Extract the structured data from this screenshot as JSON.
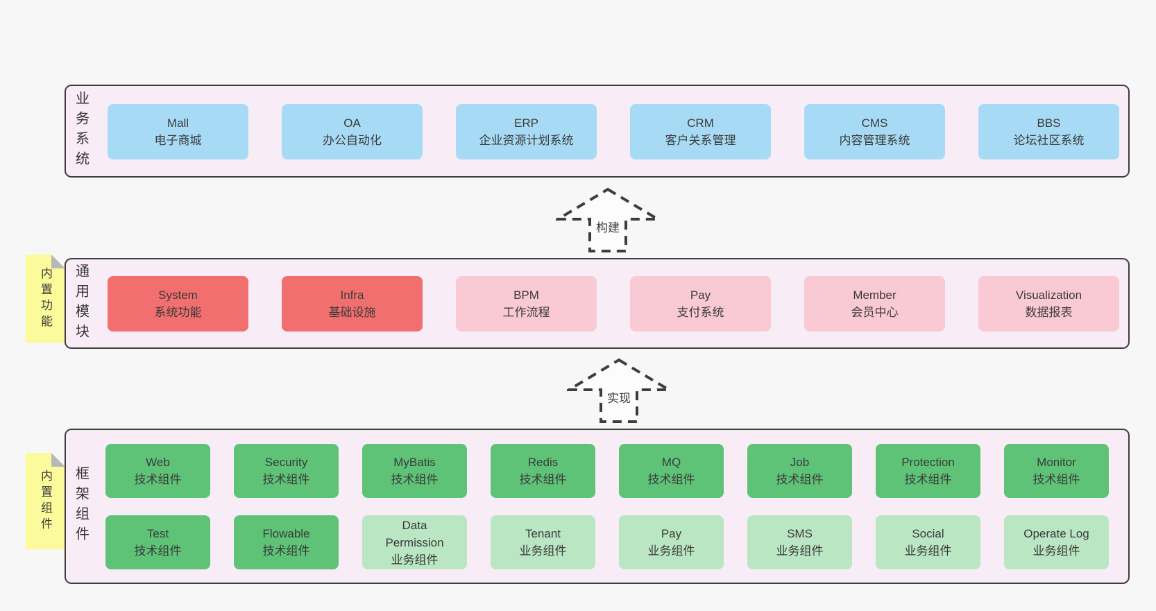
{
  "colors": {
    "page_bg": "#f7f7f7",
    "band_bg": "#f8edf6",
    "band_border": "#3e3e3e",
    "blue": "#a7dbf5",
    "red": "#f26f6f",
    "pink": "#facad4",
    "green": "#5ec377",
    "green_light": "#bae6c3",
    "note_yellow": "#fbfb9b",
    "note_fold": "#b8b8b8",
    "text": "#3a3a3a"
  },
  "arrows": [
    {
      "label": "构建"
    },
    {
      "label": "实现"
    }
  ],
  "bands": [
    {
      "label": "业务系统",
      "items": [
        {
          "title": "Mall",
          "subtitle": "电子商城",
          "variant": "blue"
        },
        {
          "title": "OA",
          "subtitle": "办公自动化",
          "variant": "blue"
        },
        {
          "title": "ERP",
          "subtitle": "企业资源计划系统",
          "variant": "blue"
        },
        {
          "title": "CRM",
          "subtitle": "客户关系管理",
          "variant": "blue"
        },
        {
          "title": "CMS",
          "subtitle": "内容管理系统",
          "variant": "blue"
        },
        {
          "title": "BBS",
          "subtitle": "论坛社区系统",
          "variant": "blue"
        }
      ]
    },
    {
      "label": "通用模块",
      "note": "内置功能",
      "items": [
        {
          "title": "System",
          "subtitle": "系统功能",
          "variant": "red"
        },
        {
          "title": "Infra",
          "subtitle": "基础设施",
          "variant": "red"
        },
        {
          "title": "BPM",
          "subtitle": "工作流程",
          "variant": "pink"
        },
        {
          "title": "Pay",
          "subtitle": "支付系统",
          "variant": "pink"
        },
        {
          "title": "Member",
          "subtitle": "会员中心",
          "variant": "pink"
        },
        {
          "title": "Visualization",
          "subtitle": "数据报表",
          "variant": "pink"
        }
      ]
    },
    {
      "label": "框架组件",
      "note": "内置组件",
      "rows": [
        [
          {
            "title": "Web",
            "subtitle": "技术组件",
            "variant": "green"
          },
          {
            "title": "Security",
            "subtitle": "技术组件",
            "variant": "green"
          },
          {
            "title": "MyBatis",
            "subtitle": "技术组件",
            "variant": "green"
          },
          {
            "title": "Redis",
            "subtitle": "技术组件",
            "variant": "green"
          },
          {
            "title": "MQ",
            "subtitle": "技术组件",
            "variant": "green"
          },
          {
            "title": "Job",
            "subtitle": "技术组件",
            "variant": "green"
          },
          {
            "title": "Protection",
            "subtitle": "技术组件",
            "variant": "green"
          },
          {
            "title": "Monitor",
            "subtitle": "技术组件",
            "variant": "green"
          }
        ],
        [
          {
            "title": "Test",
            "subtitle": "技术组件",
            "variant": "green"
          },
          {
            "title": "Flowable",
            "subtitle": "技术组件",
            "variant": "green"
          },
          {
            "title": "Data Permission",
            "subtitle": "业务组件",
            "variant": "green-light"
          },
          {
            "title": "Tenant",
            "subtitle": "业务组件",
            "variant": "green-light"
          },
          {
            "title": "Pay",
            "subtitle": "业务组件",
            "variant": "green-light"
          },
          {
            "title": "SMS",
            "subtitle": "业务组件",
            "variant": "green-light"
          },
          {
            "title": "Social",
            "subtitle": "业务组件",
            "variant": "green-light"
          },
          {
            "title": "Operate Log",
            "subtitle": "业务组件",
            "variant": "green-light"
          }
        ]
      ]
    }
  ]
}
